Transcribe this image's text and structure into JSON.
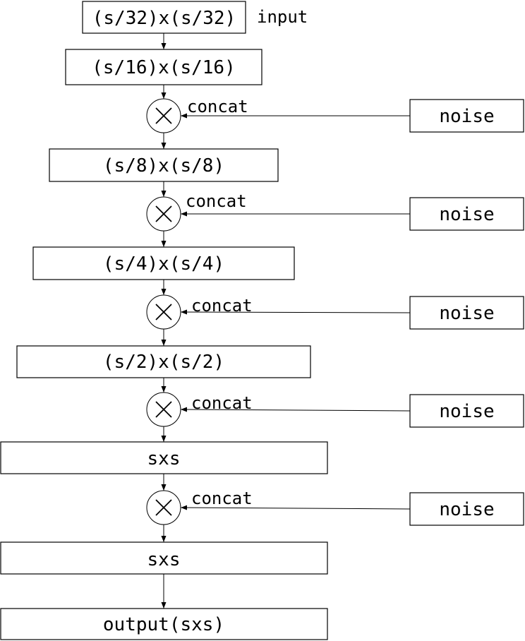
{
  "diagram": {
    "input_label": "input",
    "boxes": {
      "b32": "(s/32)x(s/32)",
      "b16": "(s/16)x(s/16)",
      "b8": "(s/8)x(s/8)",
      "b4": "(s/4)x(s/4)",
      "b2": "(s/2)x(s/2)",
      "bs1": "sxs",
      "bs2": "sxs",
      "out": "output(sxs)"
    },
    "noise_label": "noise",
    "concat_label": "concat"
  }
}
